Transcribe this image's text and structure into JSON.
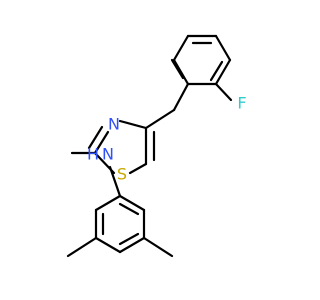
{
  "molecule": {
    "atoms": {
      "fluorine": {
        "symbol": "F",
        "color": "#33CCCC"
      },
      "thiazole_nitrogen": {
        "symbol": "N",
        "color": "#3050F8"
      },
      "sulfur": {
        "symbol": "S",
        "color": "#C8A800"
      },
      "amine": {
        "symbol": "N",
        "hydrogen": "H",
        "color": "#3050F8"
      }
    },
    "bond_color": "#000000"
  }
}
